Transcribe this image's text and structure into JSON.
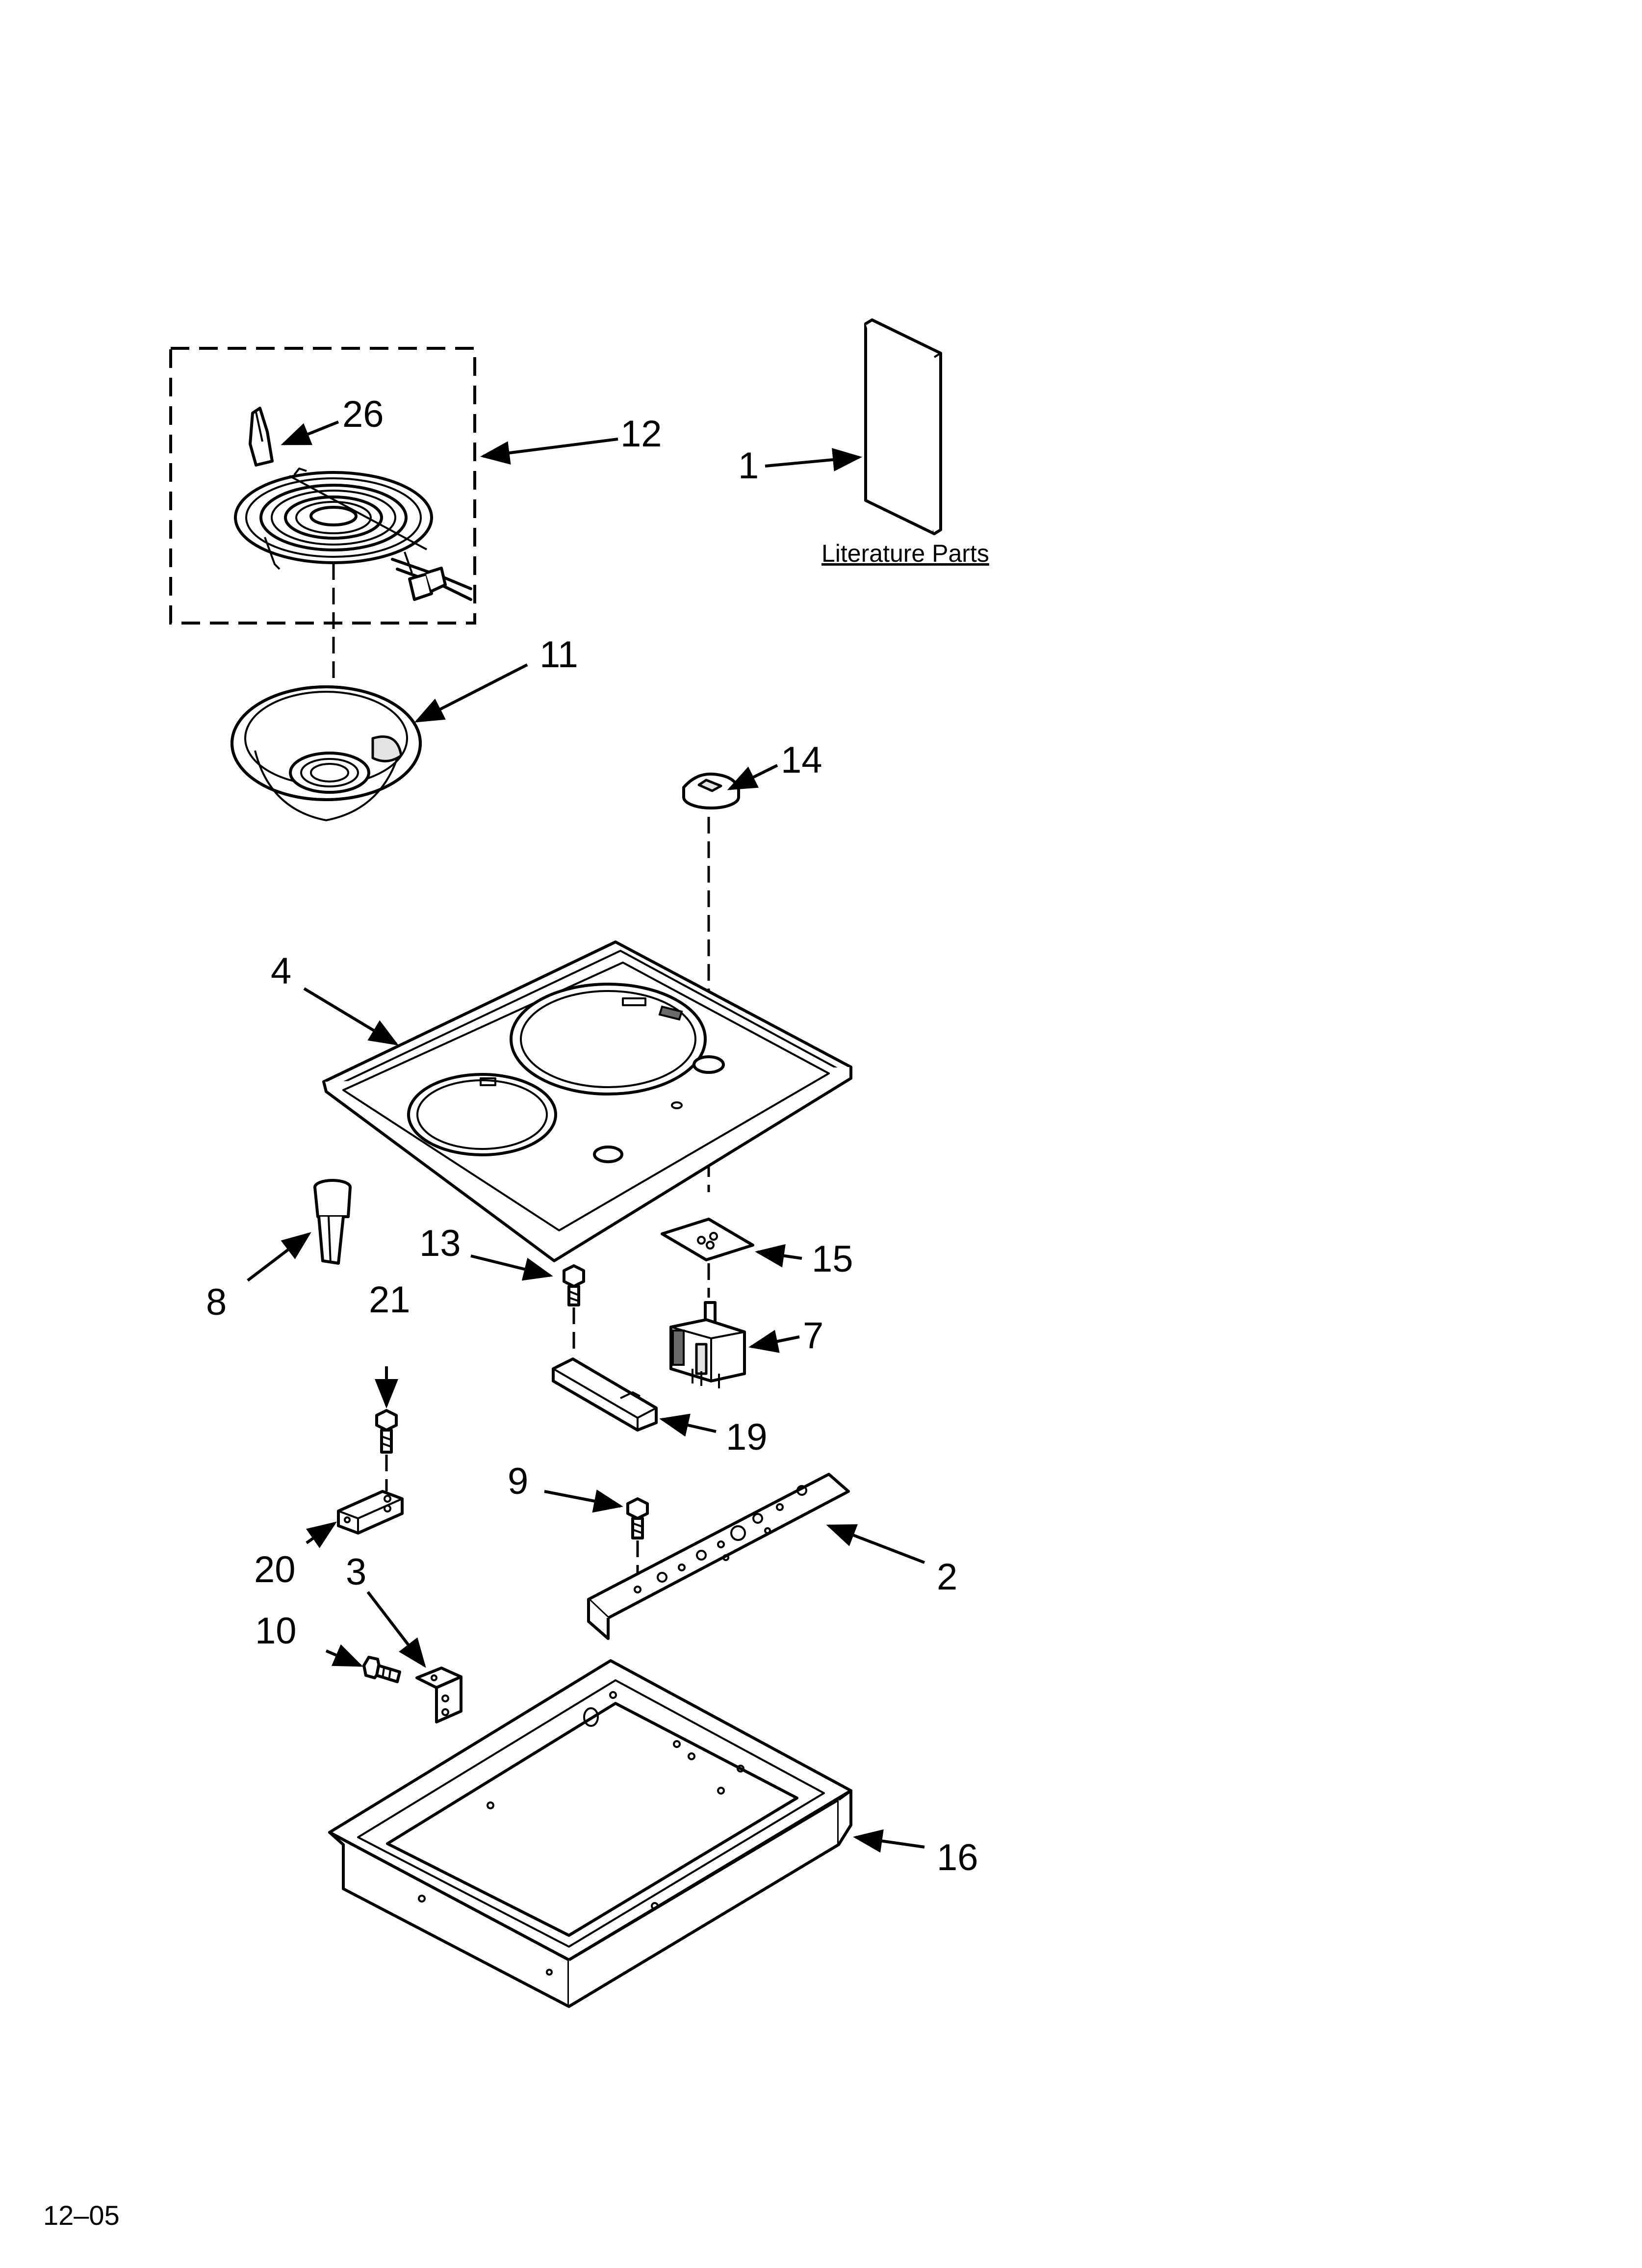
{
  "callouts": {
    "c1": "1",
    "c2": "2",
    "c3": "3",
    "c4": "4",
    "c7": "7",
    "c8": "8",
    "c9": "9",
    "c10": "10",
    "c11": "11",
    "c12": "12",
    "c13": "13",
    "c14": "14",
    "c15": "15",
    "c16": "16",
    "c19": "19",
    "c20": "20",
    "c21": "21",
    "c26": "26"
  },
  "literature_label": "Literature Parts",
  "date_code": "12–05"
}
